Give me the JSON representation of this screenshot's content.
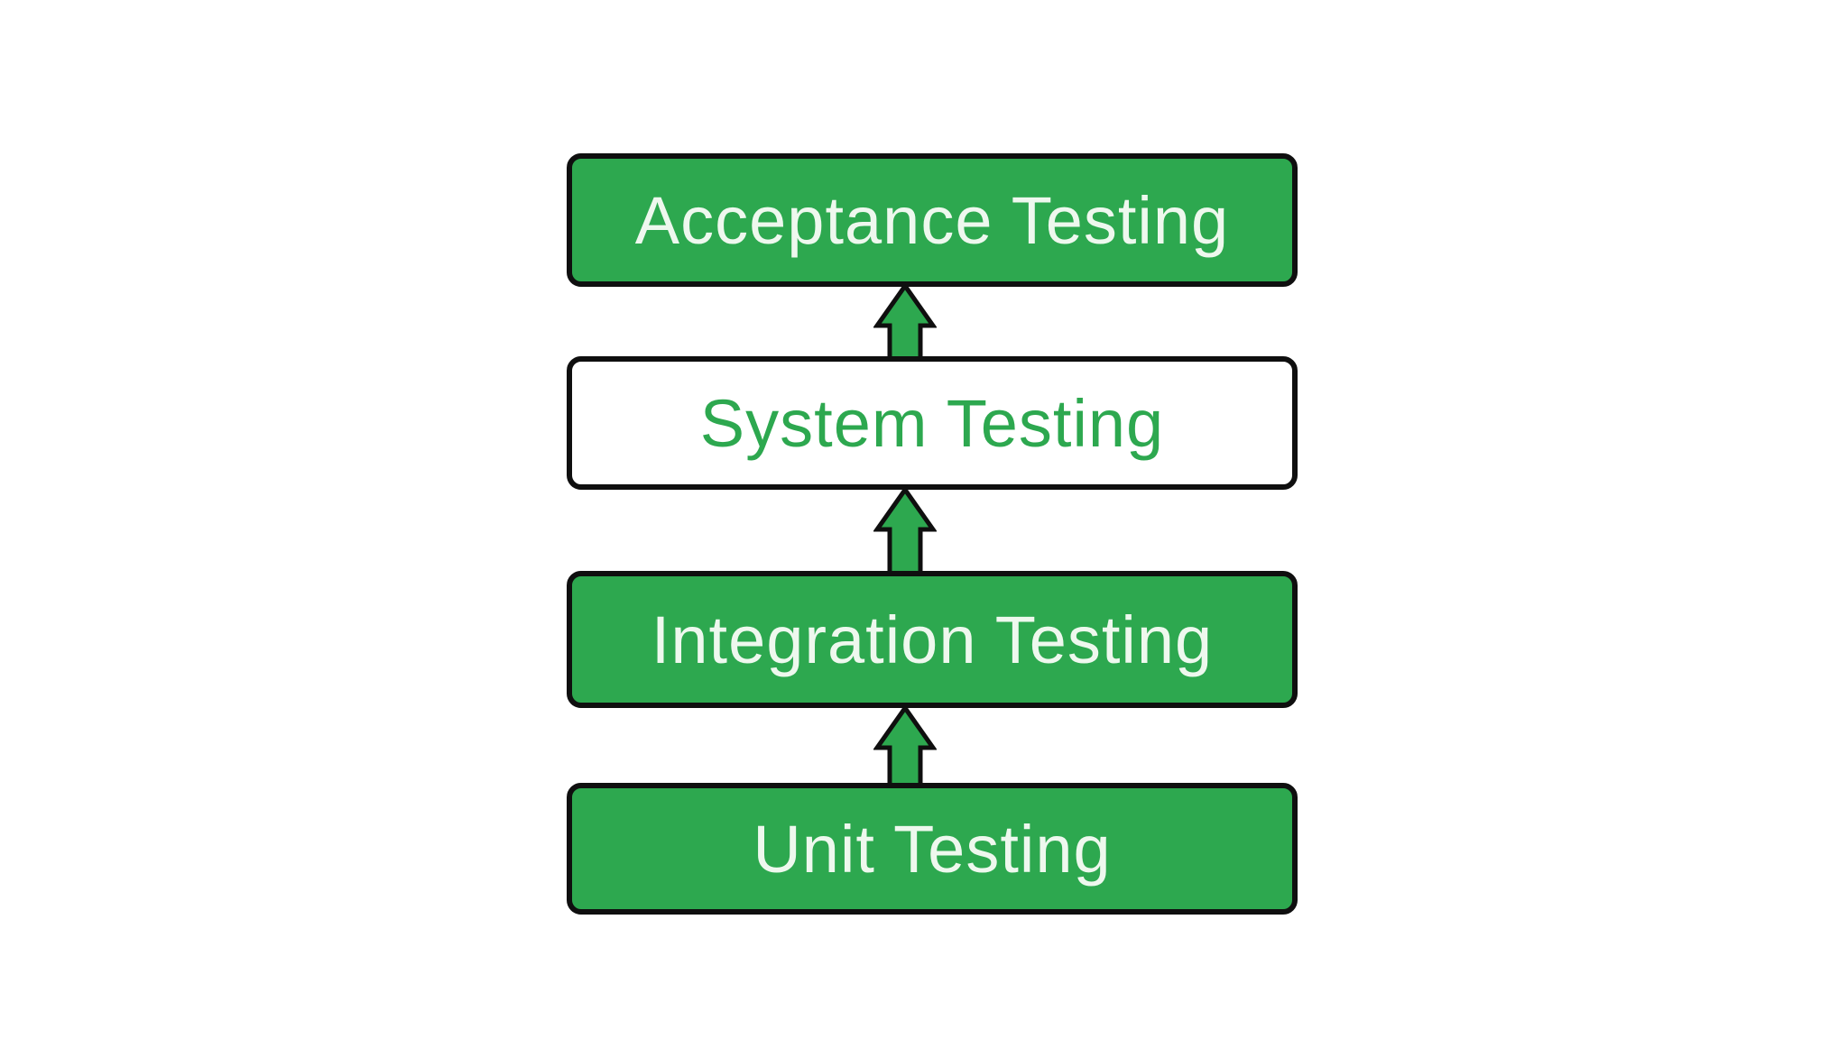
{
  "diagram": {
    "type": "vertical-flow",
    "description_visible_text_only": true,
    "boxes": [
      {
        "id": "acceptance",
        "label": "Acceptance Testing",
        "variant": "filled",
        "fill": "#2da84f",
        "text_color": "#eef8ee",
        "border_color": "#0f0f0f"
      },
      {
        "id": "system",
        "label": "System Testing",
        "variant": "outline",
        "fill": "#ffffff",
        "text_color": "#2da84f",
        "border_color": "#0f0f0f"
      },
      {
        "id": "integration",
        "label": "Integration Testing",
        "variant": "filled",
        "fill": "#2da84f",
        "text_color": "#eef8ee",
        "border_color": "#0f0f0f"
      },
      {
        "id": "unit",
        "label": "Unit Testing",
        "variant": "filled",
        "fill": "#2da84f",
        "text_color": "#eef8ee",
        "border_color": "#0f0f0f"
      }
    ],
    "arrows": [
      {
        "id": "unit-to-integration",
        "from": "unit",
        "to": "integration",
        "direction": "up",
        "fill": "#2da84f",
        "stroke": "#0f0f0f"
      },
      {
        "id": "integration-to-system",
        "from": "integration",
        "to": "system",
        "direction": "up",
        "fill": "#2da84f",
        "stroke": "#0f0f0f"
      },
      {
        "id": "system-to-acceptance",
        "from": "system",
        "to": "acceptance",
        "direction": "up",
        "fill": "#2da84f",
        "stroke": "#0f0f0f"
      }
    ],
    "colors": {
      "accent_green": "#2da84f",
      "outline_black": "#0f0f0f",
      "background": "#ffffff",
      "box_text_white": "#eef8ee"
    }
  }
}
